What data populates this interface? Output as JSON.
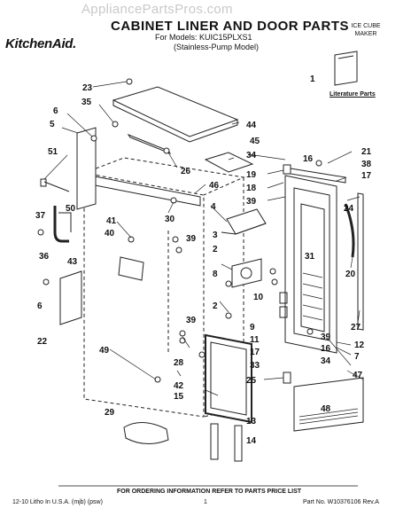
{
  "header": {
    "watermark": "AppliancePartsPros.com",
    "brand": "KitchenAid.",
    "title": "CABINET LINER AND DOOR PARTS",
    "models": "For Models: KUIC15PLXS1",
    "variant": "(Stainless-Pump Model)",
    "ice_cube_maker": "ICE CUBE\nMAKER",
    "literature_label": "Literature Parts"
  },
  "callouts": [
    "23",
    "35",
    "44",
    "6",
    "5",
    "45",
    "34",
    "26",
    "16",
    "21",
    "38",
    "51",
    "46",
    "19",
    "17",
    "18",
    "39",
    "50",
    "30",
    "4",
    "24",
    "41",
    "37",
    "40",
    "39",
    "36",
    "43",
    "3",
    "1",
    "2",
    "8",
    "20",
    "6",
    "31",
    "10",
    "2",
    "9",
    "22",
    "39",
    "11",
    "27",
    "17",
    "12",
    "39",
    "7",
    "49",
    "28",
    "33",
    "16",
    "42",
    "34",
    "25",
    "47",
    "15",
    "29",
    "13",
    "48",
    "14"
  ],
  "footer": {
    "order_note": "FOR ORDERING INFORMATION REFER TO PARTS PRICE LIST",
    "litho": "12-10 Litho In U.S.A. (mjb) (psw)",
    "page": "1",
    "part_number": "Part No. W10376106 Rev.A"
  }
}
